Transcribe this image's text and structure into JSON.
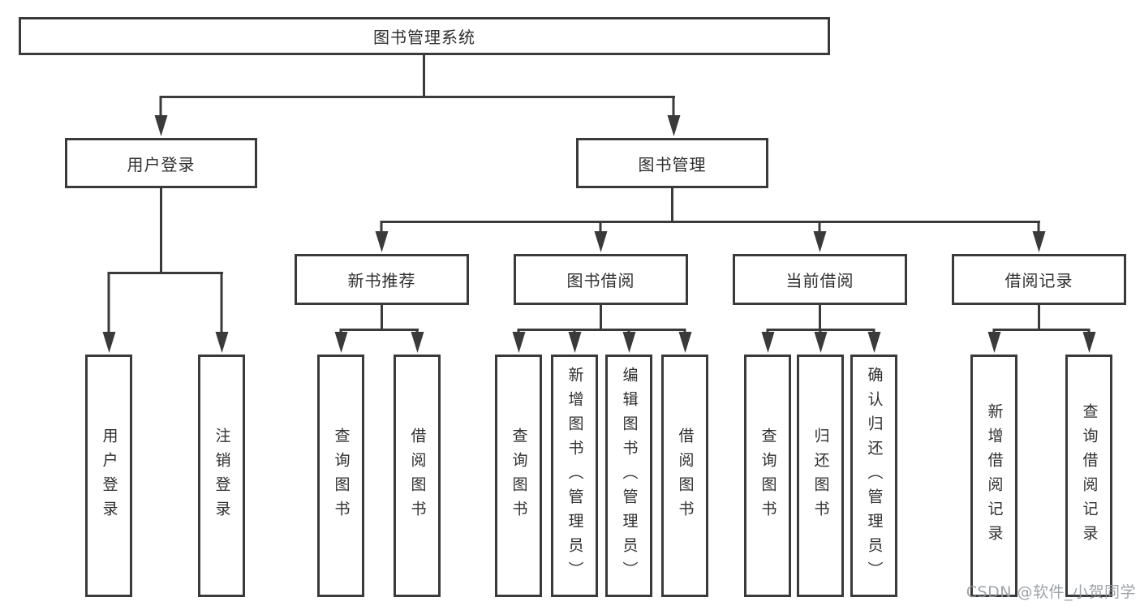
{
  "diagram_type": "hierarchy-flowchart",
  "watermark": "CSDN @软件_小贺同学",
  "colors": {
    "line": "#3a3a3a",
    "text": "#2f2f2f",
    "background": "#ffffff",
    "watermark": "#94999e"
  },
  "tree": {
    "label": "图书管理系统",
    "children": [
      {
        "label": "用户登录",
        "children": [
          {
            "label": "用户登录"
          },
          {
            "label": "注销登录"
          }
        ]
      },
      {
        "label": "图书管理",
        "children": [
          {
            "label": "新书推荐",
            "children": [
              {
                "label": "查询图书"
              },
              {
                "label": "借阅图书"
              }
            ]
          },
          {
            "label": "图书借阅",
            "children": [
              {
                "label": "查询图书"
              },
              {
                "label": "新增图书（管理员）"
              },
              {
                "label": "编辑图书（管理员）"
              },
              {
                "label": "借阅图书"
              }
            ]
          },
          {
            "label": "当前借阅",
            "children": [
              {
                "label": "查询图书"
              },
              {
                "label": "归还图书"
              },
              {
                "label": "确认归还（管理员）"
              }
            ]
          },
          {
            "label": "借阅记录",
            "children": [
              {
                "label": "新增借阅记录"
              },
              {
                "label": "查询借阅记录"
              }
            ]
          }
        ]
      }
    ]
  }
}
